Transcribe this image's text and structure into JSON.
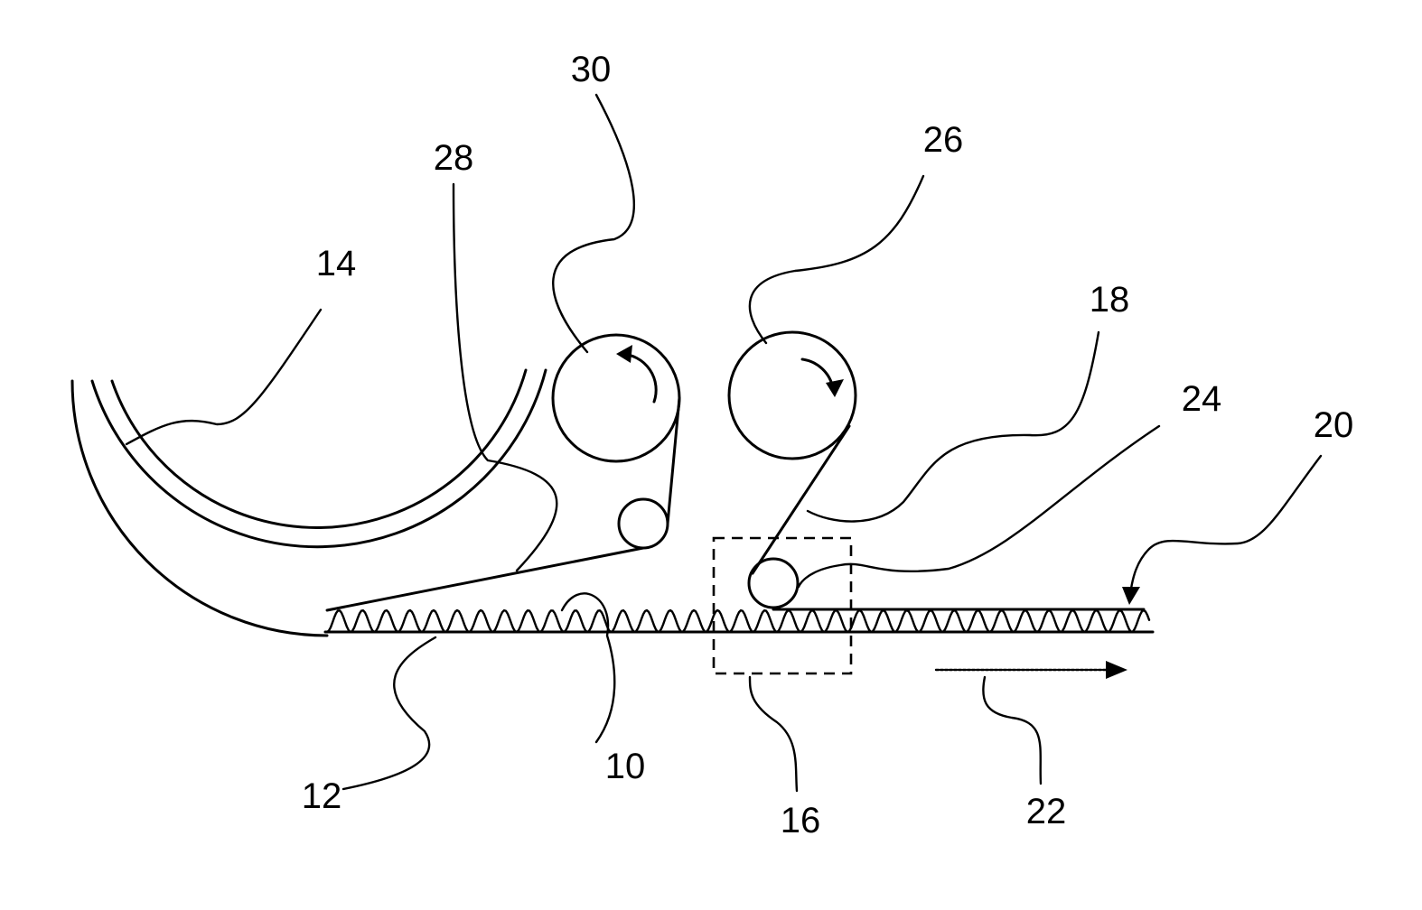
{
  "figure": {
    "labels": {
      "r10": "10",
      "r12": "12",
      "r14": "14",
      "r16": "16",
      "r18": "18",
      "r20": "20",
      "r22": "22",
      "r24": "24",
      "r26": "26",
      "r28": "28",
      "r30": "30"
    }
  }
}
